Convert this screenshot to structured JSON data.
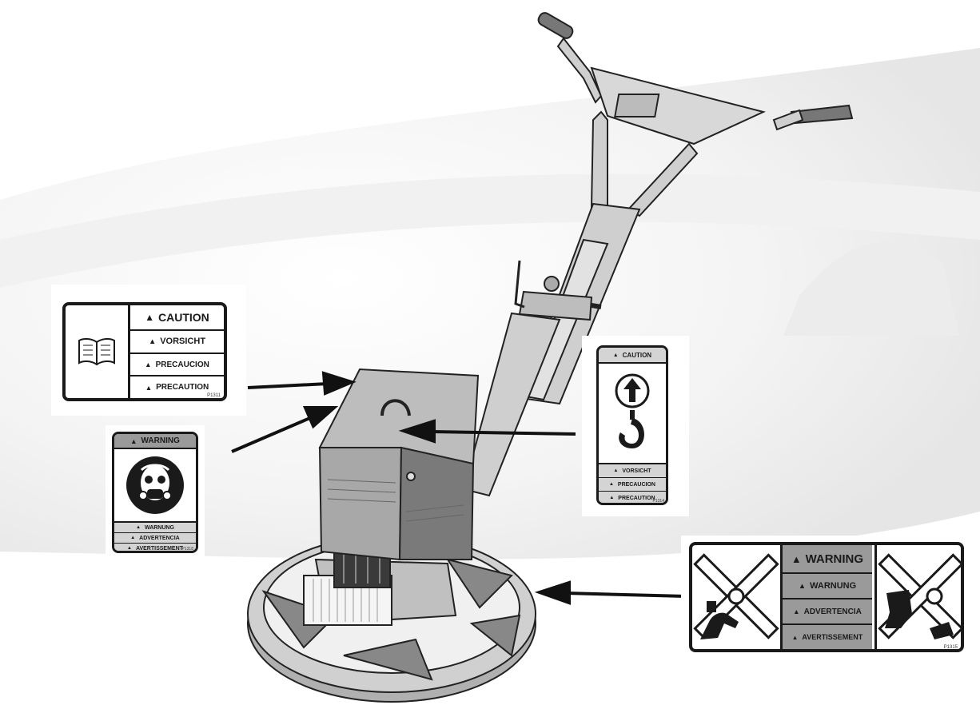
{
  "decals": {
    "manual": {
      "lines": [
        "CAUTION",
        "VORSICHT",
        "PRECAUCION",
        "PRECAUTION"
      ],
      "code": "P1311",
      "icon": "open-book-icon"
    },
    "respirator": {
      "header": "WARNING",
      "lines": [
        "WARNUNG",
        "ADVERTENCIA",
        "AVERTISSEMENT"
      ],
      "code": "P1318",
      "icon": "respirator-mask-icon"
    },
    "lifting": {
      "header": "CAUTION",
      "lines": [
        "VORSICHT",
        "PRECAUCION",
        "PRECAUTION"
      ],
      "code": "P1314",
      "icon": "lifting-hook-icon"
    },
    "rotating": {
      "lines": [
        "WARNING",
        "WARNUNG",
        "ADVERTENCIA",
        "AVERTISSEMENT"
      ],
      "code": "P1315",
      "icons": [
        "hand-crush-icon",
        "foot-crush-icon"
      ]
    }
  },
  "colors": {
    "ink": "#1a1a1a",
    "machine_fill": "#c8c8c8",
    "machine_dark": "#6e6e6e"
  }
}
